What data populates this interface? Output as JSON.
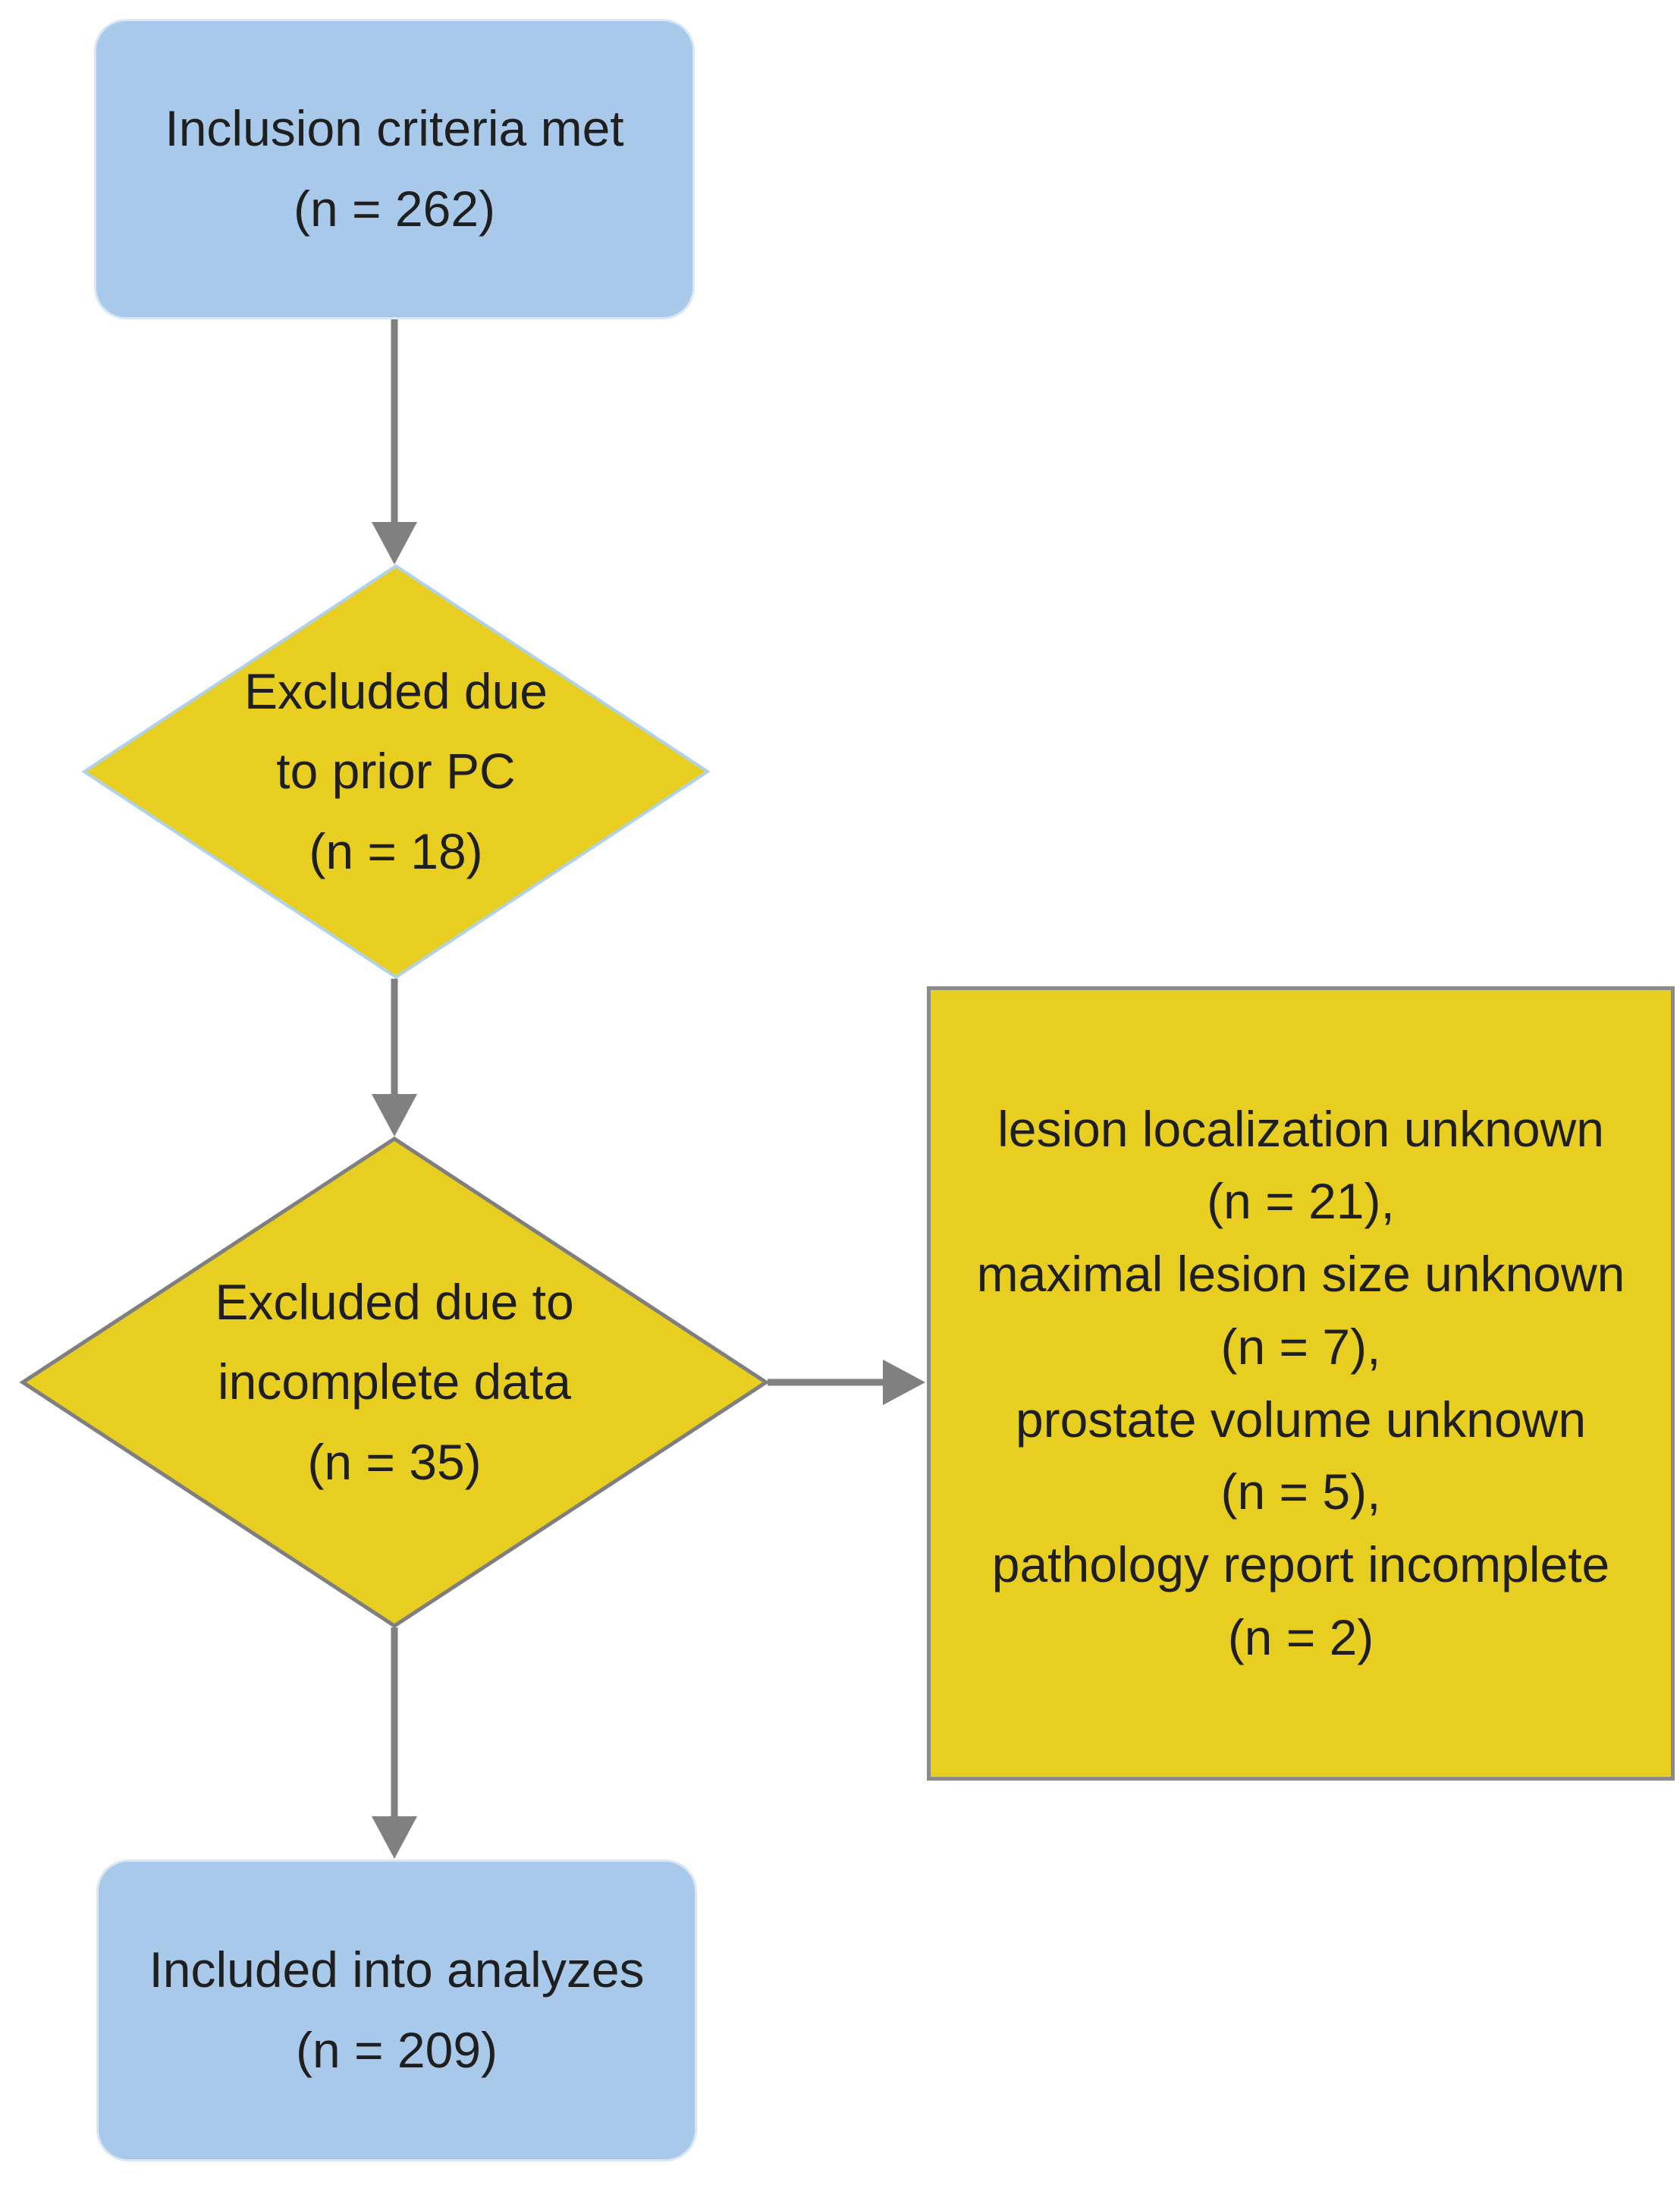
{
  "figure": {
    "type": "flowchart",
    "background": "#FFFFFF"
  },
  "colors": {
    "blue_node_fill": "#A9C9EB",
    "blue_node_edge": "#D9E6F5",
    "yellow_node_fill": "#E8CE20",
    "diamond1_border": "#AFD2EA",
    "diamond2_border": "#7F7F7F",
    "rect_border": "#8A8A8A",
    "arrow": "#808080",
    "text": "#1F1F1F"
  },
  "nodes": {
    "inclusion": {
      "shape": "rounded-rectangle",
      "line1": "Inclusion criteria met",
      "line2": "(n = 262)"
    },
    "excluded_prior_pc": {
      "shape": "diamond",
      "line1": "Excluded due",
      "line2": "to prior PC",
      "line3": "(n = 18)"
    },
    "excluded_incomplete_data": {
      "shape": "diamond",
      "line1": "Excluded due to",
      "line2": "incomplete data",
      "line3": "(n = 35)"
    },
    "exclusion_reasons": {
      "shape": "rectangle",
      "lines": [
        "lesion localization unknown",
        "(n = 21),",
        "maximal lesion size unknown",
        "(n = 7),",
        "prostate volume unknown",
        "(n = 5),",
        "pathology report incomplete",
        "(n = 2)"
      ]
    },
    "included": {
      "shape": "rounded-rectangle",
      "line1": "Included into analyzes",
      "line2": "(n = 209)"
    }
  },
  "connections": [
    {
      "from": "inclusion",
      "to": "excluded_prior_pc",
      "direction": "down"
    },
    {
      "from": "excluded_prior_pc",
      "to": "excluded_incomplete_data",
      "direction": "down"
    },
    {
      "from": "excluded_incomplete_data",
      "to": "exclusion_reasons",
      "direction": "right"
    },
    {
      "from": "excluded_incomplete_data",
      "to": "included",
      "direction": "down"
    }
  ]
}
